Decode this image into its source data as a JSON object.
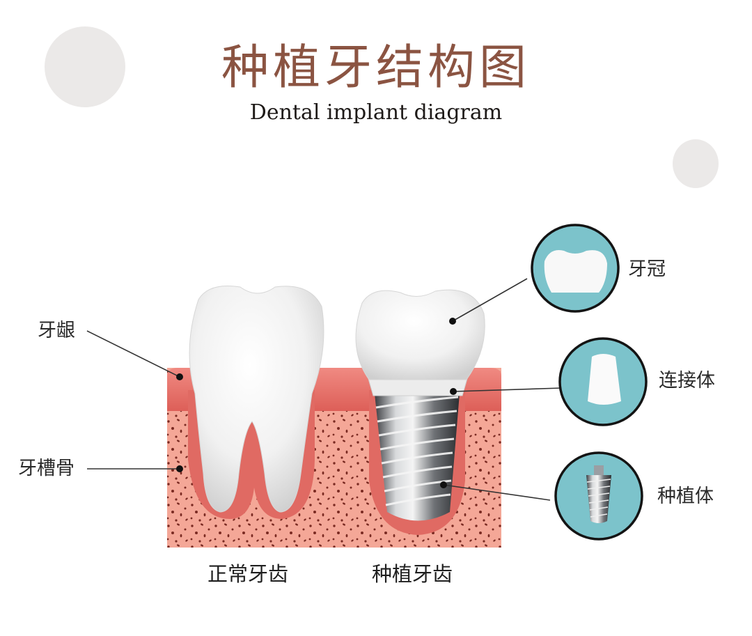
{
  "header": {
    "title": "种植牙结构图",
    "subtitle": "Dental implant diagram"
  },
  "colors": {
    "title": "#8b5442",
    "gum": "#e06a63",
    "bone": "#f4a797",
    "bone_dots": "#7a2a22",
    "badge": "#7cc3cb",
    "badge_border": "#141414",
    "decor_circle": "#ebe9e8"
  },
  "left_labels": [
    {
      "id": "gum",
      "text": "牙龈"
    },
    {
      "id": "alveolar_bone",
      "text": "牙槽骨"
    }
  ],
  "components": [
    {
      "id": "crown",
      "text": "牙冠",
      "icon": "crown-icon"
    },
    {
      "id": "abutment",
      "text": "连接体",
      "icon": "abutment-icon"
    },
    {
      "id": "implant",
      "text": "种植体",
      "icon": "implant-screw-icon"
    }
  ],
  "captions": {
    "normal": "正常牙齿",
    "implant": "种植牙齿"
  }
}
